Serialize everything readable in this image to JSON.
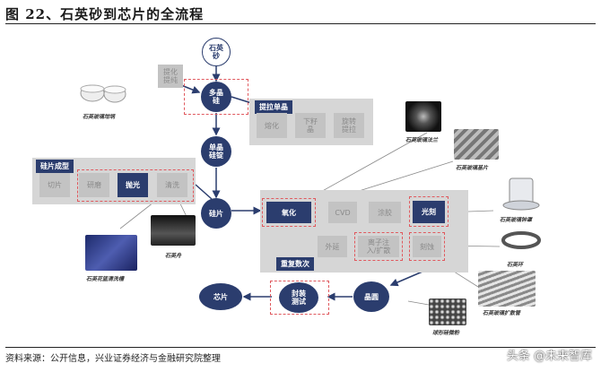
{
  "title": "图 22、石英砂到芯片的全流程",
  "nodes": {
    "quartz_sand": "石英\n砂",
    "polysilicon": "多晶\n硅",
    "mono_ingot": "单晶\n硅锭",
    "wafer": "硅片",
    "die": "晶圆",
    "package_test": "封装\n测试",
    "chip": "芯片"
  },
  "side_box": "提化\n提纯",
  "monocrystal": {
    "title": "提拉单晶",
    "steps": [
      "熔化",
      "下籽\n晶",
      "旋转\n提拉"
    ]
  },
  "wafer_forming": {
    "title": "硅片成型",
    "steps": [
      "切片",
      "研磨",
      "抛光",
      "清洗"
    ]
  },
  "repeat": {
    "title": "重复数次",
    "top_steps": [
      "氧化",
      "CVD",
      "涂胶",
      "光刻"
    ],
    "bottom_steps": [
      "刻蚀",
      "离子注\n入/扩散",
      "外延"
    ]
  },
  "captions": {
    "crucible": "石英玻璃坩埚",
    "cleaning_tank": "石英花篮清洗槽",
    "boat": "石英舟",
    "flange": "石英玻璃法兰",
    "substrate": "石英玻璃基片",
    "bell_jar": "石英玻璃钟罩",
    "ring": "石英环",
    "diffusion_tube": "石英玻璃扩散管",
    "sand": "球形硅微粉"
  },
  "source": "资料来源：公开信息，兴业证券经济与金融研究院整理",
  "watermark": "头条 @未来智库",
  "colors": {
    "accent": "#2b3d6e",
    "dashed": "#e0595e",
    "panel": "#d6d6d6"
  }
}
